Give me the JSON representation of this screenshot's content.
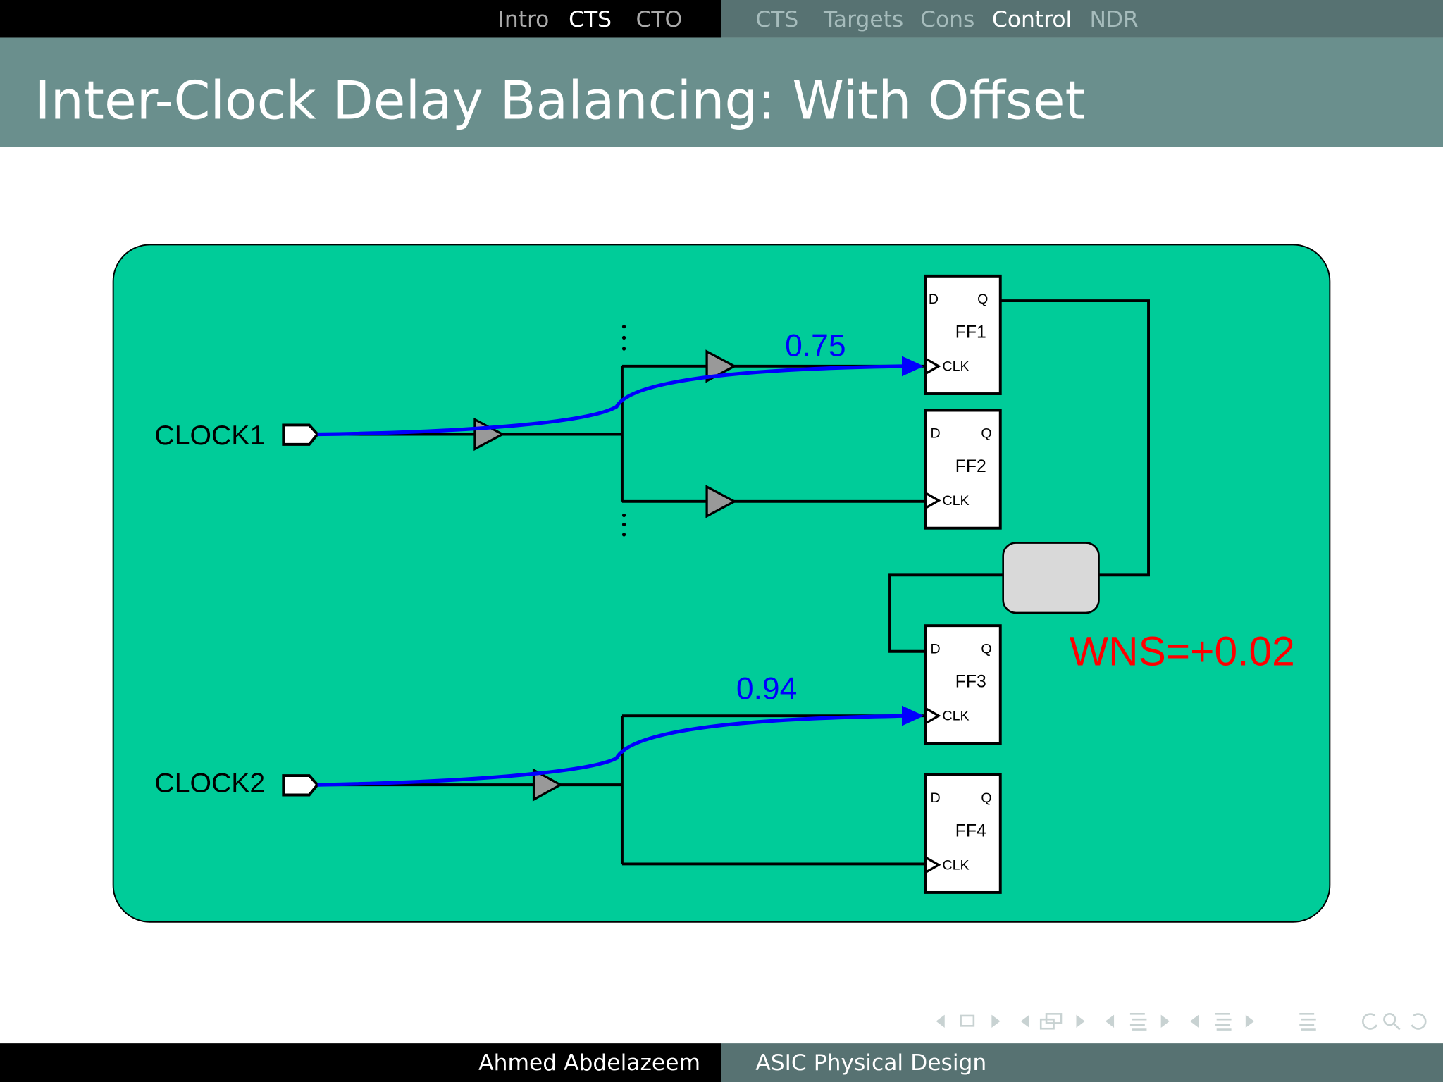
{
  "topbar": {
    "sections": [
      {
        "label": "Intro",
        "active": false
      },
      {
        "label": "CTS",
        "active": true
      },
      {
        "label": "CTO",
        "active": false
      }
    ],
    "subsections": [
      {
        "label": "CTS",
        "active": false
      },
      {
        "label": "Targets",
        "active": false
      },
      {
        "label": "Cons",
        "active": false
      },
      {
        "label": "Control",
        "active": true
      },
      {
        "label": "NDR",
        "active": false
      }
    ]
  },
  "title": "Inter-Clock Delay Balancing: With Offset",
  "diagram": {
    "background": "#00CC99",
    "clocks": [
      {
        "label": "CLOCK1"
      },
      {
        "label": "CLOCK2"
      }
    ],
    "flops": [
      {
        "name": "FF1",
        "d": "D",
        "q": "Q",
        "clk": "CLK"
      },
      {
        "name": "FF2",
        "d": "D",
        "q": "Q",
        "clk": "CLK"
      },
      {
        "name": "FF3",
        "d": "D",
        "q": "Q",
        "clk": "CLK"
      },
      {
        "name": "FF4",
        "d": "D",
        "q": "Q",
        "clk": "CLK"
      }
    ],
    "latency1": "0.75",
    "latency2": "0.94",
    "wns": "WNS=+0.02",
    "path_color": "#0000FF",
    "wns_color": "#FF0000"
  },
  "footer": {
    "author": "Ahmed Abdelazeem",
    "course": "ASIC Physical Design"
  },
  "nav_icons": [
    "frame-prev-icon",
    "frame-icon",
    "frame-next-icon",
    "subsection-prev-icon",
    "subsection-icon",
    "subsection-next-icon",
    "section-prev-icon",
    "section-icon",
    "section-next-icon",
    "doc-prev-icon",
    "doc-icon",
    "doc-next-icon",
    "toc-icon",
    "back-icon",
    "search-icon",
    "forward-icon"
  ]
}
